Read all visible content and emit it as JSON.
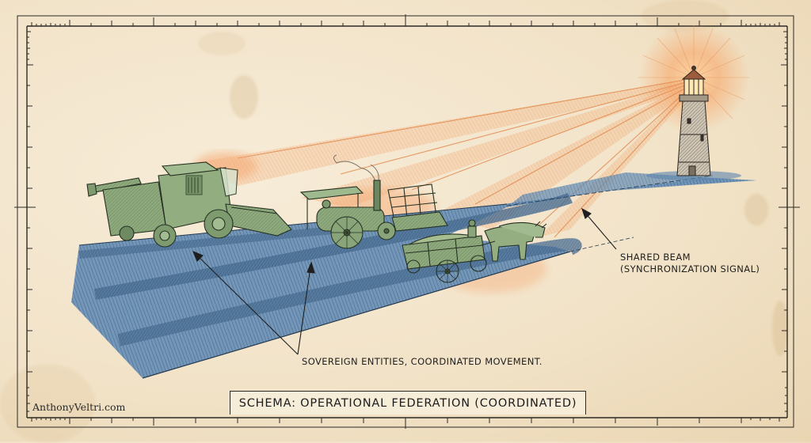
{
  "title": "SCHEMA: OPERATIONAL FEDERATION (COORDINATED)",
  "signature": "AnthonyVeltri.com",
  "annotations": {
    "shared_beam": {
      "line1": "SHARED BEAM",
      "line2": "(SYNCHRONIZATION SIGNAL)"
    },
    "vehicles": "SOVEREIGN ENTITIES, COORDINATED MOVEMENT."
  },
  "elements": {
    "source": "lighthouse",
    "entities": [
      "combine-harvester",
      "steam-traction-engine-with-reaper",
      "ox-drawn-hay-wagon"
    ],
    "path": "shared-road"
  },
  "colors": {
    "paper": "#f2e3c8",
    "ink": "#222222",
    "road_blue": "#5a85ad",
    "beam_orange": "#f0a56a",
    "vehicle_green": "#8fab7e"
  }
}
